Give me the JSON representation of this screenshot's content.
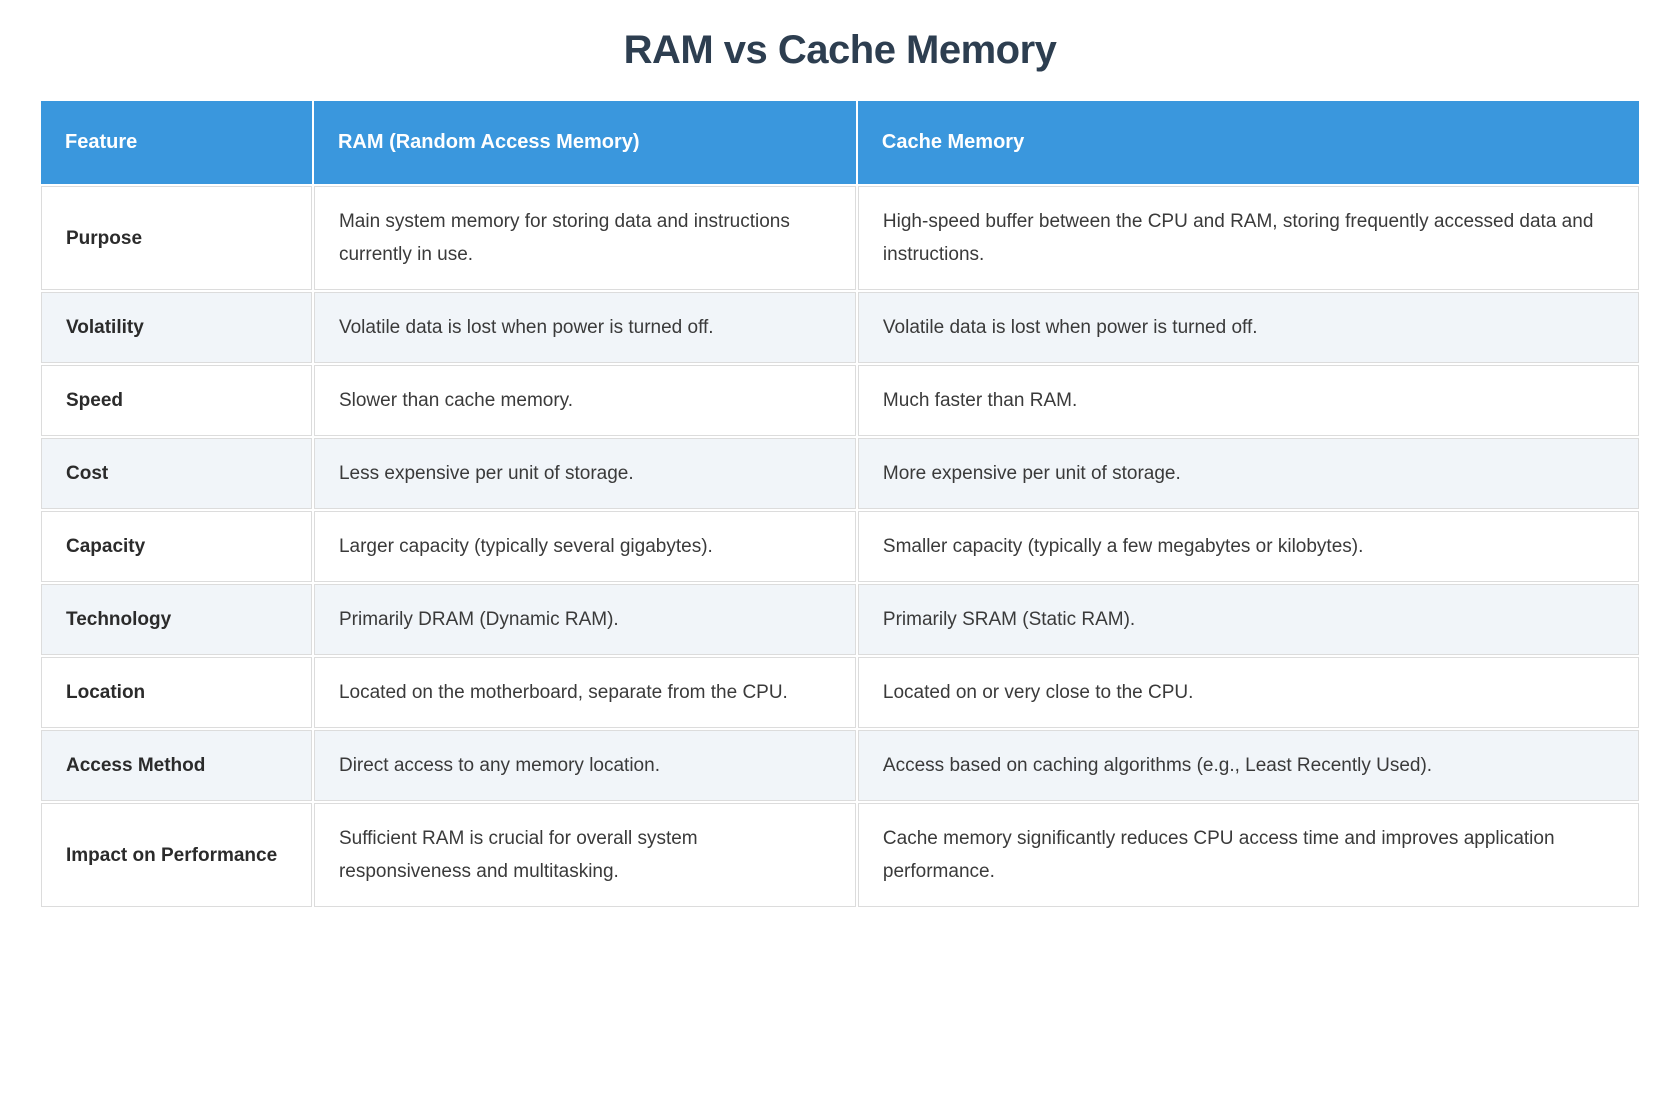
{
  "page": {
    "title": "RAM vs Cache Memory"
  },
  "theme": {
    "header_bg": "#3a97dd",
    "title_color": "#2d3e50",
    "body_text_color": "#3a3a3a",
    "alt_row_bg": "#f1f5f9",
    "border_color": "#dcdcdc",
    "header_text_color": "#ffffff"
  },
  "table": {
    "columns": [
      "Feature",
      "RAM (Random Access Memory)",
      "Cache Memory"
    ],
    "rows": [
      {
        "feature": "Purpose",
        "ram": "Main system memory for storing data and instructions currently in use.",
        "cache": "High-speed buffer between the CPU and RAM, storing frequently accessed data and instructions."
      },
      {
        "feature": "Volatility",
        "ram": "Volatile data is lost when power is turned off.",
        "cache": "Volatile data is lost when power is turned off."
      },
      {
        "feature": "Speed",
        "ram": "Slower than cache memory.",
        "cache": "Much faster than RAM."
      },
      {
        "feature": "Cost",
        "ram": "Less expensive per unit of storage.",
        "cache": "More expensive per unit of storage."
      },
      {
        "feature": "Capacity",
        "ram": "Larger capacity (typically several gigabytes).",
        "cache": "Smaller capacity (typically a few megabytes or kilobytes)."
      },
      {
        "feature": "Technology",
        "ram": "Primarily DRAM (Dynamic RAM).",
        "cache": "Primarily SRAM (Static RAM)."
      },
      {
        "feature": "Location",
        "ram": "Located on the motherboard, separate from the CPU.",
        "cache": "Located on or very close to the CPU."
      },
      {
        "feature": "Access Method",
        "ram": "Direct access to any memory location.",
        "cache": "Access based on caching algorithms (e.g., Least Recently Used)."
      },
      {
        "feature": "Impact on Performance",
        "ram": "Sufficient RAM is crucial for overall system responsiveness and multitasking.",
        "cache": "Cache memory significantly reduces CPU access time and improves application performance."
      }
    ]
  }
}
